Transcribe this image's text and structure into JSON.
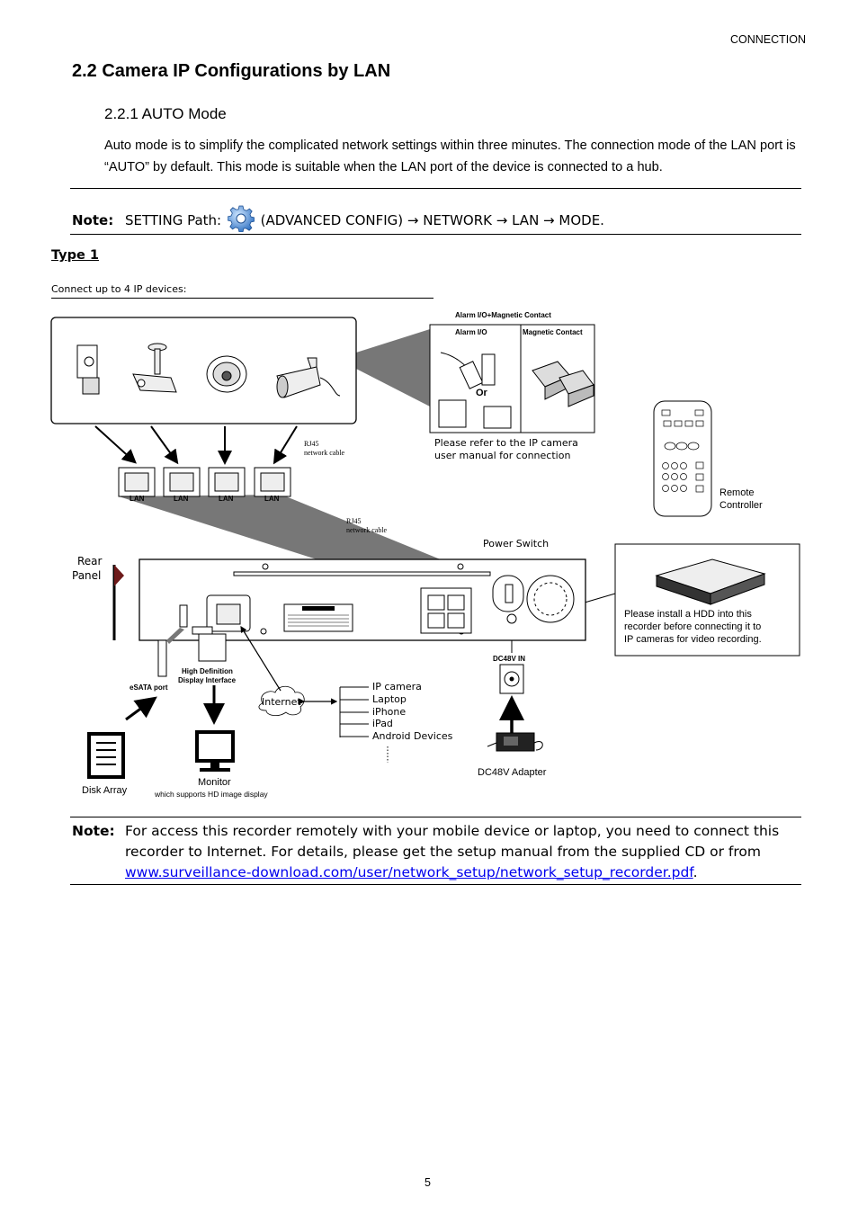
{
  "header": {
    "section": "CONNECTION"
  },
  "heading": "2.2 Camera IP Configurations by LAN",
  "subheading": "2.2.1 AUTO Mode",
  "intro": "Auto mode is to simplify the complicated network settings within three minutes. The connection mode of the LAN port is “AUTO” by default. This mode is suitable when the LAN port of the device is connected to a hub.",
  "note1": {
    "label": "Note:",
    "prefix": "SETTING Path:",
    "icon": "gear-icon",
    "path": "(ADVANCED CONFIG) → NETWORK → LAN → MODE."
  },
  "type_title": "Type 1",
  "connect_caption": "Connect up to 4 IP devices:",
  "diagram": {
    "alarm_title": "Alarm I/O+Magnetic Contact",
    "alarm_io": "Alarm I/O",
    "magnetic_contact": "Magnetic Contact",
    "or": "Or",
    "alarm_note_1": "Please refer to the IP camera",
    "alarm_note_2": "user manual for connection",
    "rj45_1": "RJ45",
    "rj45_1b": "network cable",
    "rj45_2": "RJ45",
    "rj45_2b": "network cable",
    "lan": [
      "LAN",
      "LAN",
      "LAN",
      "LAN"
    ],
    "remote_1": "Remote",
    "remote_2": "Controller",
    "power_switch": "Power Switch",
    "rear_1": "Rear",
    "rear_2": "Panel",
    "hdd_1": "Please install a HDD into this",
    "hdd_2": "recorder before connecting it to",
    "hdd_3": "IP cameras for video recording.",
    "hdmi_1": "High Definition",
    "hdmi_2": "Display Interface",
    "esata": "eSATA port",
    "internet": "Internet",
    "devices": [
      "IP camera",
      "Laptop",
      "iPhone",
      "iPad",
      "Android Devices"
    ],
    "dc_in": "DC48V IN",
    "adapter": "DC48V Adapter",
    "disk_array": "Disk Array",
    "monitor_1": "Monitor",
    "monitor_2": "which supports HD image display"
  },
  "note2": {
    "label": "Note:",
    "text": "For access this recorder remotely with your mobile device or laptop, you need to connect this recorder to Internet. For details, please get the setup manual from the supplied CD or from",
    "link": "www.surveillance-download.com/user/network_setup/network_setup_recorder.pdf",
    "end": "."
  },
  "page_number": "5"
}
